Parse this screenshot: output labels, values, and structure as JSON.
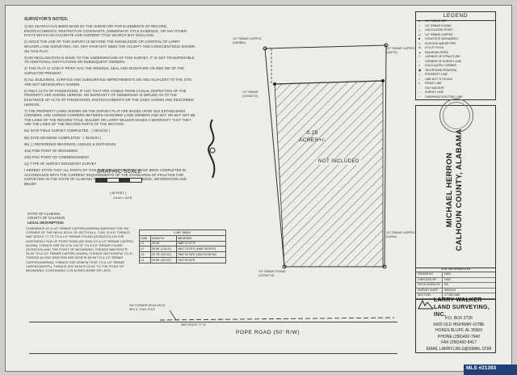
{
  "surveyor_notes": {
    "title": "SURVEYOR'S NOTES:",
    "items": [
      "1) NO SEARCH HAS BEEN MADE BY THE SURVEYOR FOR EASEMENTS OF RECORD, ENCROACHMENTS, RESTRICTIVE COVENANTS, OWNERSHIP, TITLE EVIDENCE, OR ANY OTHER FACTS WHICH AN ACCURATE AND CURRENT TITLE SEARCH MAY DISCLOSE.",
      "2) SINCE THE USE OF THIS SURVEY IS BEYOND THE KNOWLEDGE OR CONTROL OF LARRY WALKER LAND SURVEYING, INC. MAY HAVE NOT SEEN THE VALIDITY AND CONSCIENTIOUS SHOWN ON THIS PLAT.",
      "3) NO RECLAMATION IS MADE TO THE UNDERGROUND OF THIS SURVEY. IT IS NOT TRANSFERABLE TO ADDITIONAL INSTITUTIONS OR SUBSEQUENT OWNERS.",
      "4) THIS PLAT IS VOID IF PRINT HAS THE ORIGINAL SEAL AND SIGNATURE ON RED INK OF THE SURVEYOR PRESENT.",
      "5) ALL BUILDINGS, SURFACE AND SUBSURFACE IMPROVEMENTS ON AND ADJACENT TO THE SITE ARE NOT NECESSARILY SHOWN.",
      "6) ONLY ACTS OF POSSESSION, IF ANY, THAT ARE VISIBLE FROM CASUAL INSPECTION OF THE PROPERTY ARE SHOWN HEREON. NO WARRANTY OF OWNERSHIP IS IMPLIED AS TO THE EXISTENCE OF ACTS OF POSSESSION, ENCROACHMENTS OR THE LINES SHOWN AND DESCRIBED HEREON.",
      "7) THE PROPERTY LINES SHOWN ON THE SURVEY PLAT ARE BASED UPON OLD ESTABLISHED CORNERS, ARE AGREED CORNERS BETWEEN ADJOINING LAND OWNERS AND MAY OR MAY NOT BE THE LINES OF THE RECORD TITLE. WALKER OR LARRY WALKER MAKES A WARRANTY THAT THEY ARE THE LINES OF THE RECORD PARTS OF THE SECTION.",
      "8a) DATE FIELD SURVEY COMPLETED : ( 06/21/24 )",
      "8b) DATE DRAWING COMPLETED : ( 06/25/24 )",
      "9b) ( ) REFERENCE BEARINGS, ANGLES & DISTANCES.",
      "10a) POB POINT OF BEGINNING",
      "10b) POC POINT OF COMMENCEMENT",
      "11) TYPE OF SURVEY  BOUNDARY SURVEY",
      "I HEREBY STATE THAT ALL PARTS OF THIS SURVEY AND DRAWING HAVE BEEN COMPLETED IN ACCORDANCE WITH THE CURRENT REQUIREMENTS OF THE STANDARDS OF PRACTICE FOR SURVEYING IN THE STATE OF ALABAMA TO THE BEST OF MY KNOWLEDGE, INFORMATION AND BELIEF."
    ]
  },
  "graphic_scale": {
    "label": "GRAPHIC SCALE",
    "unit": "( IN FEET )",
    "ratio": "1 inch = 40 ft"
  },
  "state_block": [
    "STATE OF ALABAMA",
    "COUNTY OF CALHOUN",
    "LEGAL DESCRIPTION:"
  ],
  "legal_description": "COMMENCE AT A 1/2\" REBAR CAPPED(HARBIN) MARKING THE SW CORNER OF THE NE1/4-SE1/4 OF SECTION 4, T15S, R 8 E; THENCE N84°15'54\"E 77.73' TO A 1/2\" REBAR FOUND (SCRATCH) ON THE NORTHERLY R/W OF POPE ROAD (50' R/W) TO A 1/2\" REBAR CAPPED (DUNN); THENCE N00°34'11\"W 143.21' TO A 1/2\" REBAR FOUND (SCRATCH) AND THE POINT OF BEGINNING; THENCE N86°00'51\"E 25.00' TO A 1/2\" REBAR CAPPED (DUNN); THENCE N00°03'55\"W 711.6'; THENCE ALONG SAID R/W N50°05'28\"W 83.98' TO A 1/2\" REBAR CAPPED(HARBIN); THENCE S50°49'56\"W 79.95' TO A 1/2\" REBAR CAPPED(WHITE); THENCE S01°46'54\"E 25.00' TO THE POINT OF BEGINNING. CONTAINING 0.25 ACRES MORE OR LESS.",
  "line_table": {
    "title": "LINE TABLE",
    "headers": [
      "LINE",
      "LENGTH",
      "BEARING"
    ],
    "rows": [
      [
        "L1",
        "25.00'",
        "N86°21'47\"E"
      ],
      [
        "L2",
        "29.50' (CALC)",
        "N81°13'29\"E (N86°39'05\"E)"
      ],
      [
        "L3",
        "29.78' (25.00')",
        "S84°31'26\"E (S84°25'38\"W)"
      ],
      [
        "L4",
        "29.59' (25.00')",
        "S01°05'32\"E"
      ]
    ]
  },
  "map": {
    "acres_value": "0.25",
    "acres_label": "ACRES+/-",
    "not_included": "NOT INCLUDED",
    "road_label": "POPE ROAD (50' R/W)",
    "road_bearing": "N84°15'54\"E 77.73'",
    "corner_note": "SW CORNER NE1/4-SE1/4 SEC 4, T15S, R 8 E",
    "boundary_labels": [
      "1/2\" REBAR CAPPED (HARBIN)",
      "1/2\" REBAR CAPPED (WHITE)",
      "1/2\" REBAR (SCRATCH)",
      "1/2\" REBAR CAPPED (DUNN)",
      "1/2\" REBAR FOUND (SCRATCH)"
    ]
  },
  "legend": {
    "title": "LEGEND",
    "items": [
      "1/2\" REBAR SET",
      "1/2\" REBAR FOUND",
      "CALCULATED POINT",
      "1/2\" REBAR CAPPED",
      "CONCRETE MONUMENT",
      "EXISTING WATER PIPE",
      "UTILITY POLE",
      "RAILROAD SPIKE",
      "CORNER OF STRUCTURE",
      "CORNER OF SURVEY LINE",
      "CALCULATED CORNER",
      "TELEPHONE PEDESTAL",
      "PROPERTY LINE",
      "LINE NOT TO SCALE",
      "FENCE LINE",
      "GUY ANCHOR",
      "SURVEY LINE",
      "OVERHEAD ELECTRIC LINE"
    ]
  },
  "project_title": {
    "line1": "MICHAEL HERRON",
    "line2": "CALHOUN COUNTY, ALABAMA"
  },
  "job_info": {
    "title": "JOB INFORMATION",
    "rows": [
      [
        "DRAWN BY",
        "DMC"
      ],
      [
        "CHECKED BY",
        "DMC"
      ],
      [
        "FIELD WORK BY",
        "RA"
      ],
      [
        "SURVEY DATE",
        "06/21/24"
      ],
      [
        "SECTION",
        "4 T15S R8E"
      ]
    ]
  },
  "company": {
    "name_line1": "LARRY WALKER",
    "name_line2": "LAND SURVEYING, INC.",
    "address": [
      "P.O. BOX 2726",
      "5430 OLD HIGHWAY #278E",
      "HOKES BLUFF, AL 35903",
      "PHONE (256)492-7940",
      "FAX (256)492-8417",
      "EMAIL LARRY.LWLS@GMAIL.COM"
    ]
  },
  "watermark": "MLS #21393",
  "colors": {
    "paper": "#ecece9",
    "background": "#cfcfcd",
    "ink": "#1c1c1c",
    "mls_badge": "#1f3f78"
  }
}
